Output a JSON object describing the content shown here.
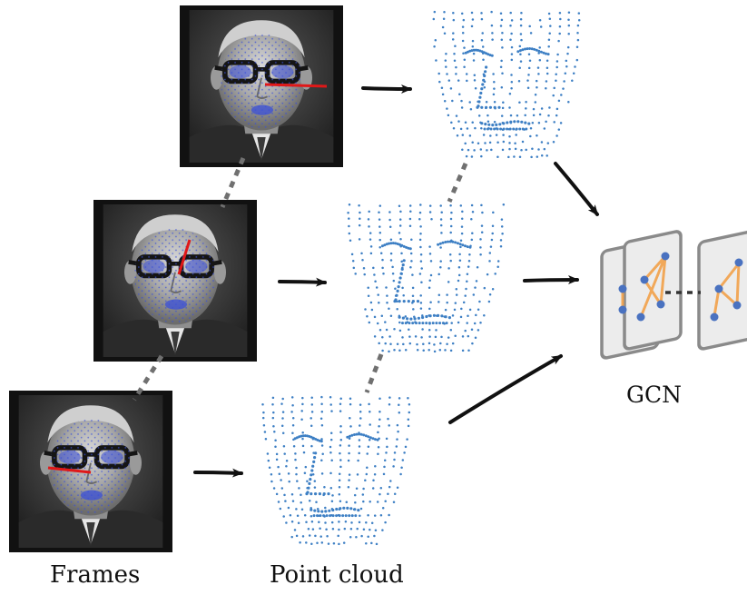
{
  "labels": {
    "frames": "Frames",
    "point_cloud": "Point cloud",
    "gcn": "GCN"
  },
  "colors": {
    "frame_border": "#111111",
    "landmark_blue": "#3a4fd8",
    "point_cloud_blue": "#3d7fc4",
    "gaze_red": "#e01818",
    "graph_node": "#4a72c0",
    "graph_edge": "#f2a14a",
    "panel_fill": "#ececec",
    "panel_stroke": "#8a8a8a",
    "arrow": "#111111",
    "connector": "#707070"
  },
  "icons": {
    "face_frame": "grayscale-face-photo-with-landmarks",
    "point_cloud": "face-point-cloud",
    "gcn": "graph-panel-stack"
  }
}
